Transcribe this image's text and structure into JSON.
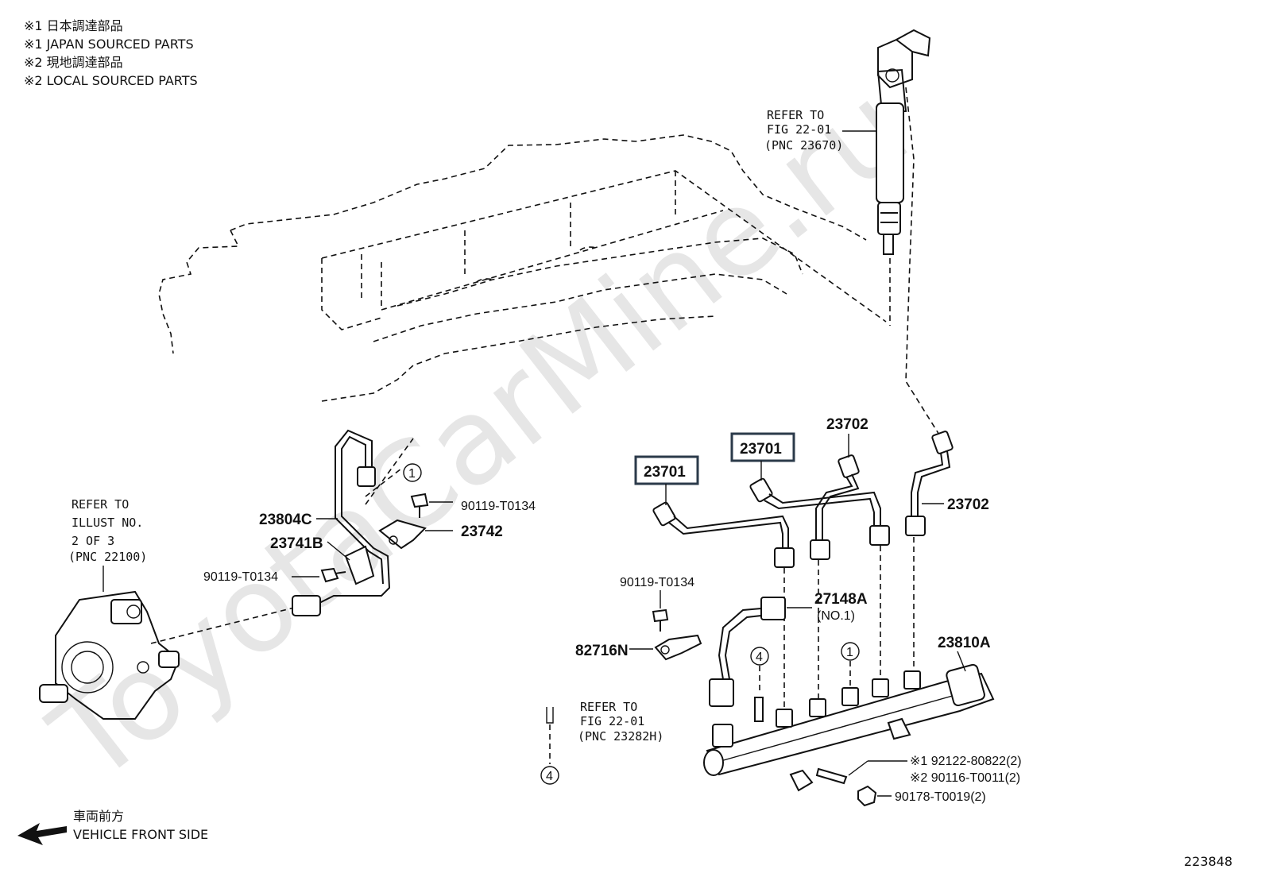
{
  "notes": [
    "※1 日本調達部品",
    "※1 JAPAN SOURCED PARTS",
    "※2 現地調達部品",
    "※2 LOCAL SOURCED PARTS"
  ],
  "watermark": "ToyotaCarMine.ru",
  "refer_injector": [
    "REFER TO",
    "FIG 22-01",
    "(PNC 23670)"
  ],
  "refer_pump": [
    "REFER TO",
    "ILLUST NO.",
    "2 OF 3",
    "(PNC 22100)"
  ],
  "refer_rail": [
    "REFER TO",
    "FIG 22-01",
    "(PNC 23282H)"
  ],
  "parts": {
    "p23804C": "23804C",
    "p23741B": "23741B",
    "p90119_a": "90119-T0134",
    "p90119_b": "90119-T0134",
    "p90119_c": "90119-T0134",
    "p23742": "23742",
    "p23701_a": "23701",
    "p23701_b": "23701",
    "p23702_a": "23702",
    "p23702_b": "23702",
    "p27148A": "27148A",
    "p27148A_sub": "(NO.1)",
    "p82716N": "82716N",
    "p23810A": "23810A",
    "p92122": "※1 92122-80822(2)",
    "p90116": "※2 90116-T0011(2)",
    "p90178": "90178-T0019(2)"
  },
  "callouts": {
    "c1a": "1",
    "c1b": "1",
    "c4a": "4",
    "c4b": "4"
  },
  "front": {
    "jp": "車両前方",
    "en": "VEHICLE FRONT SIDE"
  },
  "figure_id": "223848"
}
